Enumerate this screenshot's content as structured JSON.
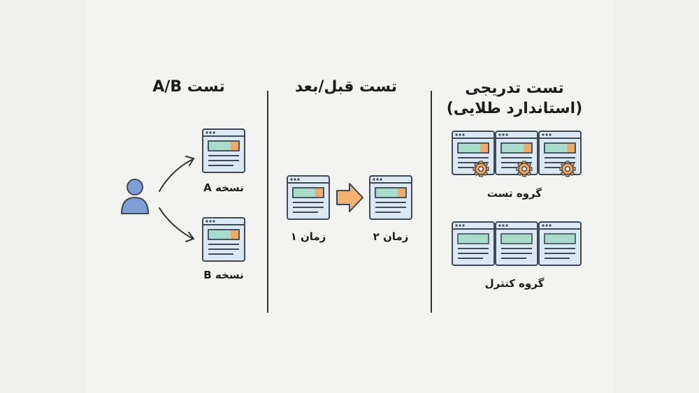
{
  "sections": {
    "ab": {
      "title": "تست A/B",
      "variant_a": "نسخه A",
      "variant_b": "نسخه B"
    },
    "before_after": {
      "title": "تست قبل/بعد",
      "time_1": "زمان ۱",
      "time_2": "زمان ۲"
    },
    "gradual": {
      "title_line1": "تست تدریجی",
      "title_line2": "(استاندارد طلایی)",
      "test_group": "گروه تست",
      "control_group": "گروه کنترل"
    }
  },
  "colors": {
    "background": "#f3f3f1",
    "window_fill": "#d9e8f2",
    "window_stroke": "#3f4a55",
    "bar_teal": "#a9dccb",
    "bar_orange": "#f3a968",
    "gear": "#f0a65a",
    "user_icon": "#7f9fd6",
    "arrow": "#f4b272"
  }
}
